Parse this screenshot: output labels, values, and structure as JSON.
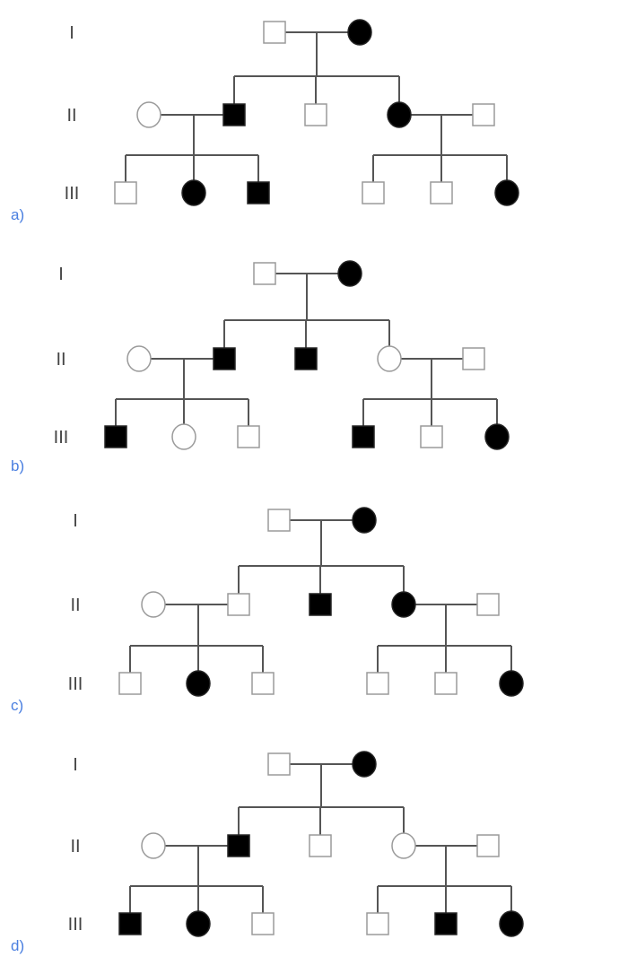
{
  "generation_labels": [
    "I",
    "II",
    "III"
  ],
  "panels": [
    {
      "label": "a)",
      "gen1": [
        {
          "sex": "male",
          "affected": false
        },
        {
          "sex": "female",
          "affected": true
        }
      ],
      "gen2": [
        {
          "sex": "female",
          "affected": false
        },
        {
          "sex": "male",
          "affected": true
        },
        {
          "sex": "male",
          "affected": false
        },
        {
          "sex": "female",
          "affected": true
        },
        {
          "sex": "male",
          "affected": false
        }
      ],
      "gen3": [
        {
          "sex": "male",
          "affected": false
        },
        {
          "sex": "female",
          "affected": true
        },
        {
          "sex": "male",
          "affected": true
        },
        {
          "sex": "male",
          "affected": false
        },
        {
          "sex": "male",
          "affected": false
        },
        {
          "sex": "female",
          "affected": true
        }
      ]
    },
    {
      "label": "b)",
      "gen1": [
        {
          "sex": "male",
          "affected": false
        },
        {
          "sex": "female",
          "affected": true
        }
      ],
      "gen2": [
        {
          "sex": "female",
          "affected": false
        },
        {
          "sex": "male",
          "affected": true
        },
        {
          "sex": "male",
          "affected": true
        },
        {
          "sex": "female",
          "affected": false
        },
        {
          "sex": "male",
          "affected": false
        }
      ],
      "gen3": [
        {
          "sex": "male",
          "affected": true
        },
        {
          "sex": "female",
          "affected": false
        },
        {
          "sex": "male",
          "affected": false
        },
        {
          "sex": "male",
          "affected": true
        },
        {
          "sex": "male",
          "affected": false
        },
        {
          "sex": "female",
          "affected": true
        }
      ]
    },
    {
      "label": "c)",
      "gen1": [
        {
          "sex": "male",
          "affected": false
        },
        {
          "sex": "female",
          "affected": true
        }
      ],
      "gen2": [
        {
          "sex": "female",
          "affected": false
        },
        {
          "sex": "male",
          "affected": false
        },
        {
          "sex": "male",
          "affected": true
        },
        {
          "sex": "female",
          "affected": true
        },
        {
          "sex": "male",
          "affected": false
        }
      ],
      "gen3": [
        {
          "sex": "male",
          "affected": false
        },
        {
          "sex": "female",
          "affected": true
        },
        {
          "sex": "male",
          "affected": false
        },
        {
          "sex": "male",
          "affected": false
        },
        {
          "sex": "male",
          "affected": false
        },
        {
          "sex": "female",
          "affected": true
        }
      ]
    },
    {
      "label": "d)",
      "gen1": [
        {
          "sex": "male",
          "affected": false
        },
        {
          "sex": "female",
          "affected": true
        }
      ],
      "gen2": [
        {
          "sex": "female",
          "affected": false
        },
        {
          "sex": "male",
          "affected": true
        },
        {
          "sex": "male",
          "affected": false
        },
        {
          "sex": "female",
          "affected": false
        },
        {
          "sex": "male",
          "affected": false
        }
      ],
      "gen3": [
        {
          "sex": "male",
          "affected": true
        },
        {
          "sex": "female",
          "affected": true
        },
        {
          "sex": "male",
          "affected": false
        },
        {
          "sex": "male",
          "affected": false
        },
        {
          "sex": "male",
          "affected": true
        },
        {
          "sex": "female",
          "affected": true
        }
      ]
    }
  ],
  "colors": {
    "affected": "#000000",
    "unaffected_stroke": "#9a9a9a",
    "line": "#555555",
    "panel_label": "#4a7fe0"
  }
}
